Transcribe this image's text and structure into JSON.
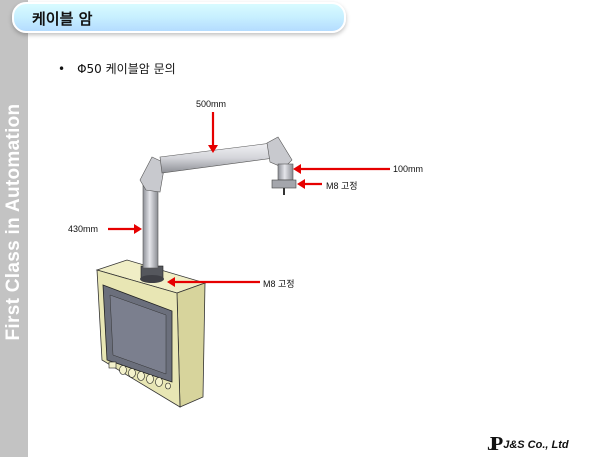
{
  "sidebar": {
    "tagline": "First Class in Automation"
  },
  "header": {
    "title": "케이블 암"
  },
  "content": {
    "bullet": "Φ50 케이블암 문의",
    "annotations": {
      "arm_length": "500mm",
      "mount_height": "100mm",
      "top_fix": "M8 고정",
      "pole_length": "430mm",
      "bottom_fix": "M8 고정"
    }
  },
  "footer": {
    "company": "J&S Co., Ltd",
    "logo_mark": "JP"
  },
  "colors": {
    "arrow": "#e60000",
    "sidebar": "#c3c3c3",
    "enclosure": "#e8e6b4"
  }
}
